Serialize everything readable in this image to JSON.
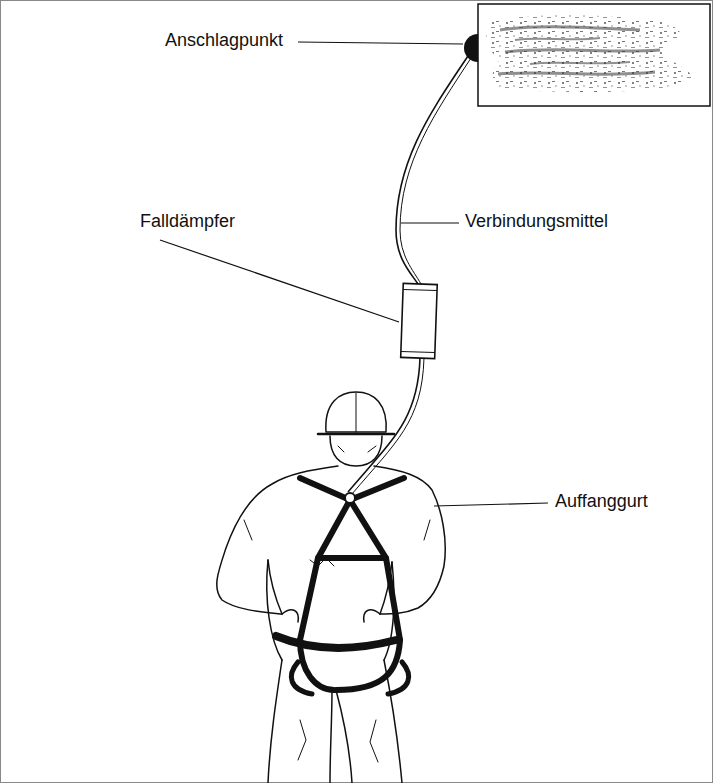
{
  "diagram": {
    "labels": [
      "Anschlagpunkt",
      "Verbindungsmittel",
      "Falldämpfer",
      "Auffanggurt"
    ]
  }
}
